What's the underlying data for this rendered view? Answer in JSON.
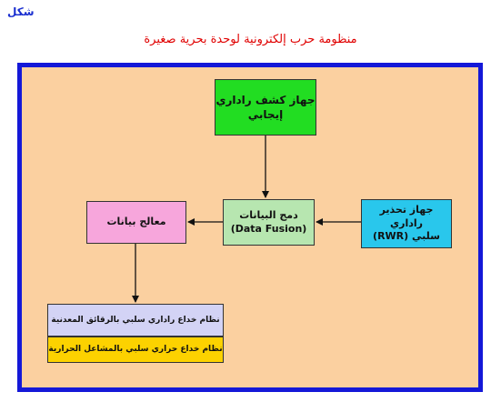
{
  "header": {
    "label": "شكل",
    "title": "منظومة حرب إلكترونية لوحدة بحرية صغيرة"
  },
  "diagram": {
    "nodes": {
      "active_detector": {
        "line1": "جهاز كشف راداري",
        "line2": "إيجابي",
        "color": "#22dd22"
      },
      "data_fusion": {
        "line1": "دمج البيانات",
        "line2": "(Data Fusion)",
        "color": "#b7e6b0"
      },
      "rwr": {
        "line1": "جهاز تحذير راداري",
        "line2": "سلبي (RWR)",
        "color": "#29c7ec"
      },
      "processor": {
        "line1": "معالج بيانات",
        "color": "#f7a6dc"
      },
      "chaff": {
        "line1": "نظام خداع راداري سلبي بالرقائق المعدنية",
        "color": "#d3d3f5"
      },
      "flares": {
        "line1": "نظام خداع حراري سلبي بالمشاعل الحرارية",
        "color": "#fcd200"
      }
    },
    "edges": [
      {
        "from": "active_detector",
        "to": "data_fusion"
      },
      {
        "from": "rwr",
        "to": "data_fusion"
      },
      {
        "from": "data_fusion",
        "to": "processor"
      },
      {
        "from": "processor",
        "to": "chaff"
      }
    ]
  }
}
